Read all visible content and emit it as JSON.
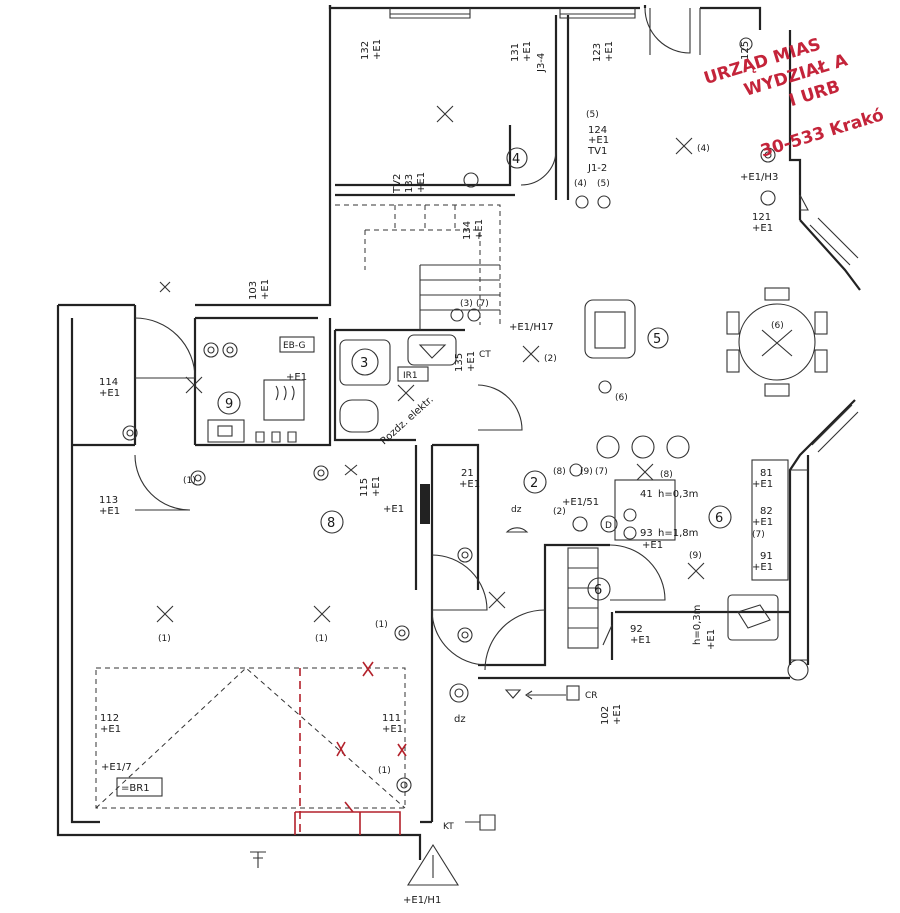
{
  "stamp": {
    "line1": "URZĄD MIAS",
    "line2": "WYDZIAŁ A",
    "line3": "I URB",
    "line4": "30-533 Krakó",
    "color": "#c4243a"
  },
  "colors": {
    "ink": "#222222",
    "red_markup": "#b3212b",
    "paper": "#ffffff"
  },
  "rooms": [
    {
      "id": "2",
      "label": "2"
    },
    {
      "id": "3",
      "label": "3"
    },
    {
      "id": "4",
      "label": "4"
    },
    {
      "id": "5",
      "label": "5"
    },
    {
      "id": "6a",
      "label": "6"
    },
    {
      "id": "6b",
      "label": "6"
    },
    {
      "id": "8",
      "label": "8"
    },
    {
      "id": "9",
      "label": "9"
    }
  ],
  "circuits": {
    "c103": "103",
    "c132": "132",
    "c131": "131",
    "c123": "123",
    "c125": "125",
    "c124": "124",
    "c133": "133",
    "c134": "134",
    "c135": "135",
    "c121": "121",
    "c114": "114",
    "c113": "113",
    "c115": "115",
    "c112": "112",
    "c111": "111",
    "c21": "21",
    "c81": "81",
    "c82": "82",
    "c91": "91",
    "c92": "92",
    "c41": "41",
    "c93": "93",
    "c102": "102"
  },
  "labels": {
    "e1": "+E1",
    "e1_h17": "+E1/H17",
    "e1_h3": "+E1/H3",
    "e1_h1": "+E1/H1",
    "e1_7": "+E1/7",
    "e1_51": "+E1/51",
    "br1": "=BR1",
    "ir1": "IR1",
    "eb_g": "EB-G",
    "ct": "CT",
    "kt": "KT",
    "cr": "CR",
    "dz": "dz",
    "j3_4": "J3-4",
    "j1_2": "J1-2",
    "tv1": "TV1",
    "tv2": "TV2",
    "h_03": "h=0,3m",
    "h_18": "h=1,8m",
    "h_03v": "h=0,3m",
    "rozdz": "Rozdz. elektr.",
    "s1": "(1)",
    "s2": "(2)",
    "s3": "(3)",
    "s4": "(4)",
    "s5": "(5)",
    "s6": "(6)",
    "s7": "(7)",
    "s8": "(8)",
    "s9": "(9)",
    "d": "D"
  }
}
